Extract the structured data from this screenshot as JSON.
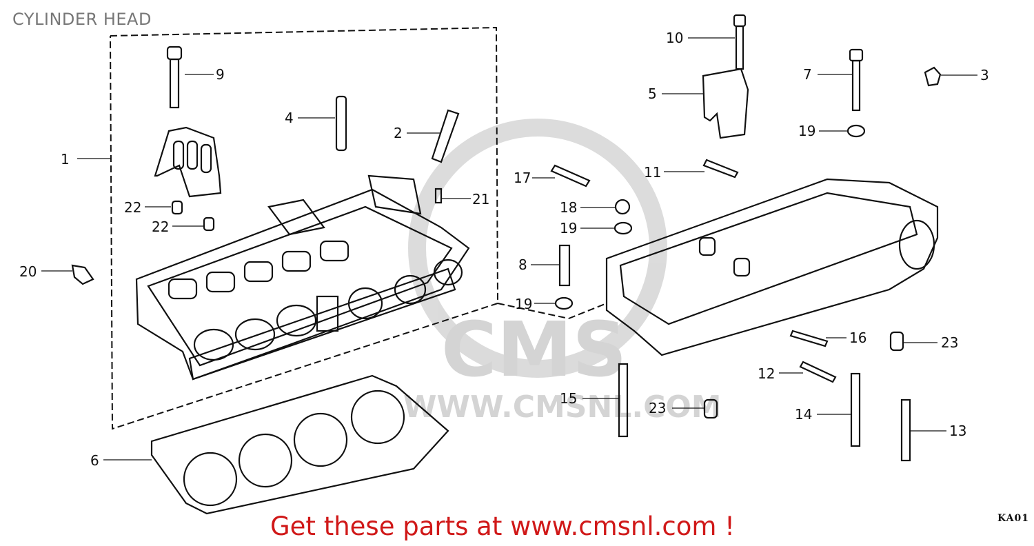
{
  "title": "CYLINDER HEAD",
  "promo": "Get these parts at www.cmsnl.com !",
  "code": "KA01",
  "watermark": {
    "logo_text": "CMS",
    "url_text": "WWW.CMSNL.COM",
    "color": "#d0d0d0"
  },
  "labels": {
    "l1": "1",
    "l2": "2",
    "l3": "3",
    "l4": "4",
    "l5": "5",
    "l6": "6",
    "l7": "7",
    "l8": "8",
    "l9": "9",
    "l10": "10",
    "l11": "11",
    "l12": "12",
    "l13": "13",
    "l14": "14",
    "l15": "15",
    "l16": "16",
    "l17": "17",
    "l18": "18",
    "l19a": "19",
    "l19b": "19",
    "l19c": "19",
    "l20": "20",
    "l21": "21",
    "l22a": "22",
    "l22b": "22",
    "l23a": "23",
    "l23b": "23"
  },
  "colors": {
    "line": "#111111",
    "promo": "#d01818",
    "title": "#777777"
  }
}
